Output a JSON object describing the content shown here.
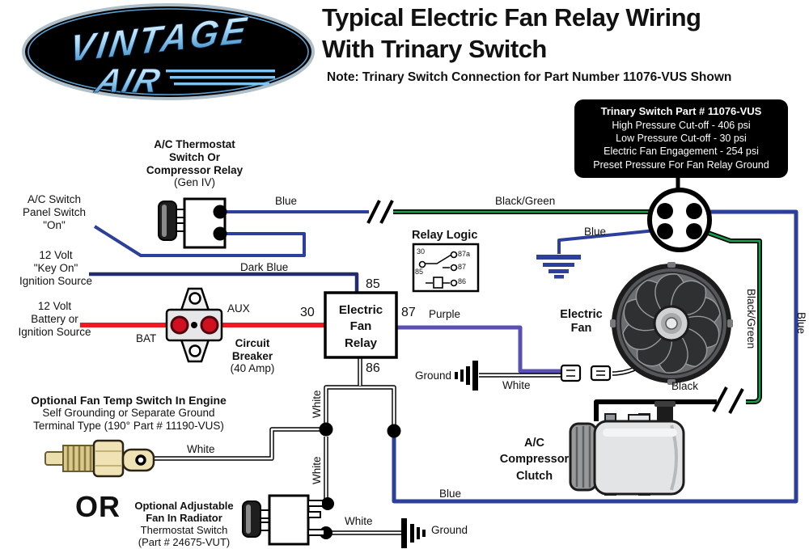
{
  "title": {
    "heading": "Typical Electric Fan Relay Wiring\nWith Trinary Switch",
    "note": "Note:  Trinary Switch Connection for Part Number 11076-VUS Shown"
  },
  "logo": {
    "line1": "VINTAGE",
    "line2": "AIR"
  },
  "trinary_info": {
    "title": "Trinary Switch  Part # 11076-VUS",
    "lines": "High Pressure Cut-off - 406 psi\nLow Pressure Cut-off - 30 psi\nElectric Fan Engagement - 254 psi\nPreset Pressure For Fan Relay Ground"
  },
  "components": {
    "ac_thermostat_bold": "A/C Thermostat\nSwitch Or\nCompressor Relay",
    "ac_thermostat_sub": "(Gen IV)",
    "ac_switch_panel": "A/C Switch\nPanel Switch\n\"On\"",
    "key_on": "12 Volt\n\"Key On\"\nIgnition Source",
    "battery": "12 Volt\nBattery or\nIgnition Source",
    "bat": "BAT",
    "aux": "AUX",
    "breaker_bold": "Circuit\nBreaker",
    "breaker_sub": "(40 Amp)",
    "relay_logic_title": "Relay Logic",
    "relay_name": "Electric\nFan\nRelay",
    "electric_fan": "Electric\nFan",
    "compressor": "A/C\nCompressor\nClutch",
    "or": "OR",
    "engine_switch_bold": "Optional Fan Temp Switch In Engine",
    "engine_switch_sub": "Self Grounding or Separate Ground\nTerminal Type (190° Part # 11190-VUS)",
    "radiator_switch_bold": "Optional Adjustable\nFan In Radiator",
    "radiator_switch_sub": "Thermostat Switch\n(Part # 24675-VUT)"
  },
  "relay_terminals": {
    "t85": "85",
    "t30": "30",
    "t87": "87",
    "t86": "86"
  },
  "relay_logic": {
    "t30": "30",
    "t87a": "87a",
    "t87": "87",
    "t85": "85",
    "t86": "86"
  },
  "wire_labels": {
    "blue_top": "Blue",
    "black_green_top": "Black/Green",
    "dark_blue": "Dark Blue",
    "purple": "Purple",
    "white_fan": "White",
    "ground_fan": "Ground",
    "blue_trinary": "Blue",
    "black_green_vertical": "Black/Green",
    "blue_vertical": "Blue",
    "black": "Black",
    "white_left_upper": "White",
    "white_left_lower": "White",
    "white_engine": "White",
    "blue_bottom": "Blue",
    "white_bottom": "White",
    "ground_bottom": "Ground"
  },
  "colors": {
    "blue": "#2b3f9b",
    "dark_blue": "#232d6e",
    "green": "#14a04a",
    "purple": "#5a50b4",
    "red": "#ec1c24",
    "black": "#111111"
  }
}
